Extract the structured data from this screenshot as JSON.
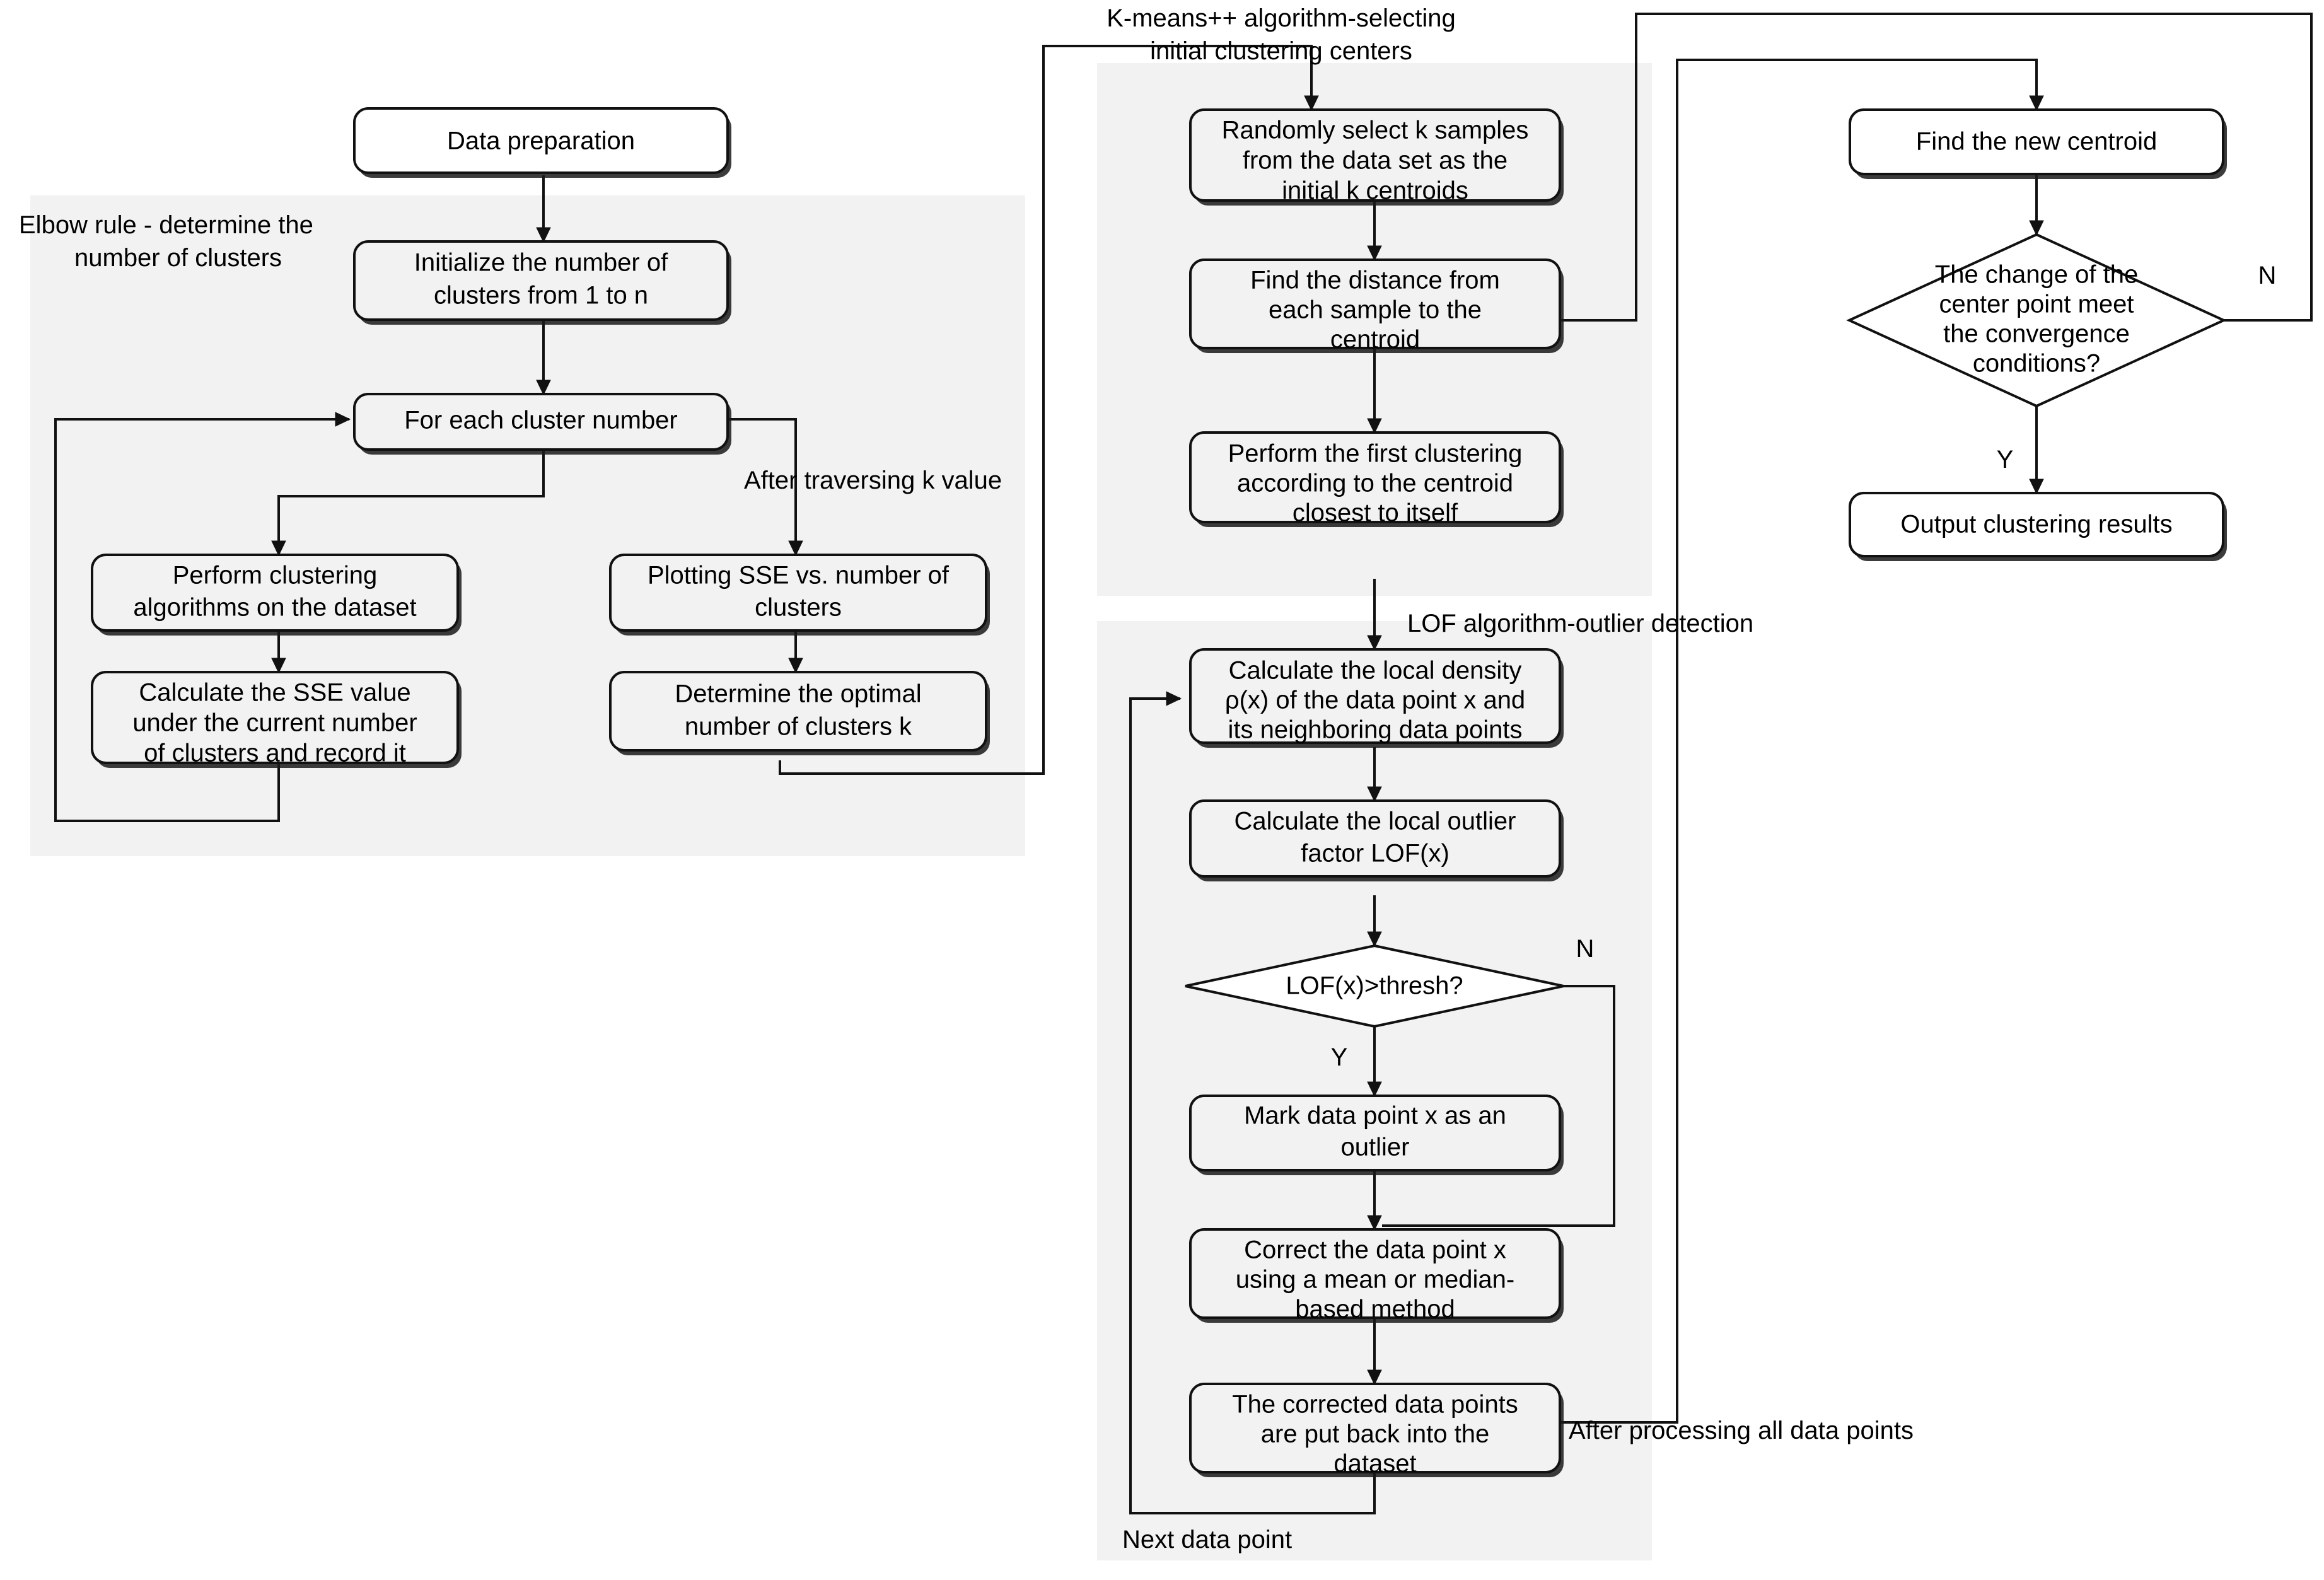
{
  "diagram": {
    "title": "Clustering pipeline flowchart",
    "colors": {
      "panel_fill": "#f2f2f2",
      "node_fill": "#ffffff",
      "stroke": "#111111",
      "page_bg": "#ffffff"
    },
    "panels": [
      {
        "id": "elbow",
        "label": "Elbow rule - determine the\nnumber of clusters",
        "label_line1": "Elbow rule - determine the",
        "label_line2": "number of clusters"
      },
      {
        "id": "kmeans",
        "label": "K-means++ algorithm-selecting\ninitial clustering centers",
        "label_line1": "K-means++ algorithm-selecting",
        "label_line2": "initial clustering centers"
      },
      {
        "id": "lof",
        "label": "LOF algorithm-outlier detection",
        "label_line1": "LOF algorithm-outlier detection",
        "label_line2": ""
      }
    ],
    "nodes": [
      {
        "id": "data-preparation",
        "shape": "rounded-rect",
        "lines": [
          "Data preparation"
        ]
      },
      {
        "id": "initialize-clusters",
        "shape": "rounded-rect",
        "lines": [
          "Initialize the number of",
          "clusters from 1 to n"
        ]
      },
      {
        "id": "for-each-cluster-number",
        "shape": "rounded-rect",
        "lines": [
          "For each cluster number"
        ]
      },
      {
        "id": "perform-clustering-algorithms",
        "shape": "rounded-rect",
        "lines": [
          "Perform clustering",
          "algorithms on the dataset"
        ]
      },
      {
        "id": "calculate-sse-value",
        "shape": "rounded-rect",
        "lines": [
          "Calculate the SSE value",
          "under the current number",
          "of clusters and record it"
        ]
      },
      {
        "id": "plotting-sse",
        "shape": "rounded-rect",
        "lines": [
          "Plotting SSE vs. number of",
          "clusters"
        ]
      },
      {
        "id": "determine-optimal-k",
        "shape": "rounded-rect",
        "lines": [
          "Determine the optimal",
          "number of clusters k"
        ]
      },
      {
        "id": "randomly-select-k-samples",
        "shape": "rounded-rect",
        "lines": [
          "Randomly select k samples",
          "from the data set as the",
          "initial k centroids"
        ]
      },
      {
        "id": "find-distance-to-centroid",
        "shape": "rounded-rect",
        "lines": [
          "Find the distance from",
          "each sample to the",
          "centroid"
        ]
      },
      {
        "id": "perform-first-clustering",
        "shape": "rounded-rect",
        "lines": [
          "Perform the first clustering",
          "according to the centroid",
          "closest to itself"
        ]
      },
      {
        "id": "calculate-local-density",
        "shape": "rounded-rect",
        "lines": [
          "Calculate the local density",
          "ρ(x) of the data point x and",
          "its neighboring data points"
        ]
      },
      {
        "id": "calculate-lof",
        "shape": "rounded-rect",
        "lines": [
          "Calculate the local outlier",
          "factor LOF(x)"
        ]
      },
      {
        "id": "lof-threshold-decision",
        "shape": "diamond",
        "lines": [
          "LOF(x)>thresh?"
        ]
      },
      {
        "id": "mark-outlier",
        "shape": "rounded-rect",
        "lines": [
          "Mark data point x as an",
          "outlier"
        ]
      },
      {
        "id": "correct-data-point",
        "shape": "rounded-rect",
        "lines": [
          "Correct the data point x",
          "using a mean or median-",
          "based method"
        ]
      },
      {
        "id": "put-back-dataset",
        "shape": "rounded-rect",
        "lines": [
          "The corrected data points",
          "are put back into the",
          "dataset"
        ]
      },
      {
        "id": "find-new-centroid",
        "shape": "rounded-rect",
        "lines": [
          "Find the new centroid"
        ]
      },
      {
        "id": "convergence-decision",
        "shape": "diamond",
        "lines": [
          "The change of the",
          "center point meet",
          "the convergence",
          "conditions?"
        ]
      },
      {
        "id": "output-clustering-results",
        "shape": "rounded-rect",
        "lines": [
          "Output clustering results"
        ]
      }
    ],
    "edge_labels": [
      {
        "id": "after-traversing-k-value",
        "text": "After traversing k value"
      },
      {
        "id": "after-processing-all-data-points",
        "text": "After processing all data points"
      },
      {
        "id": "next-data-point",
        "text": "Next data point"
      },
      {
        "id": "lof-branch-no",
        "text": "N"
      },
      {
        "id": "lof-branch-yes",
        "text": "Y"
      },
      {
        "id": "convergence-branch-no",
        "text": "N"
      },
      {
        "id": "convergence-branch-yes",
        "text": "Y"
      }
    ]
  }
}
